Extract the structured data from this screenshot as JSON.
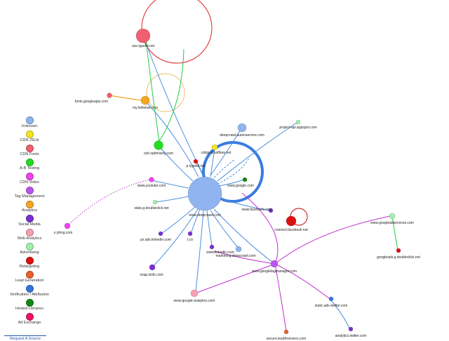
{
  "legend": [
    {
      "label": "Unknown",
      "color": "#8fb4f0"
    },
    {
      "label": "CDN JSLib",
      "color": "#f5e61c"
    },
    {
      "label": "CDN Fonts",
      "color": "#f06070"
    },
    {
      "label": "A-B Testing",
      "color": "#22dd22"
    },
    {
      "label": "CDN Video",
      "color": "#ee44ee"
    },
    {
      "label": "Tag Management",
      "color": "#bb55ee"
    },
    {
      "label": "Analytics",
      "color": "#f5a623"
    },
    {
      "label": "Social Media",
      "color": "#7a30d0"
    },
    {
      "label": "Web Analytics",
      "color": "#f5a0b0"
    },
    {
      "label": "Advertising",
      "color": "#a0f0b0"
    },
    {
      "label": "Retargeting",
      "color": "#dd1111"
    },
    {
      "label": "Lead Generation",
      "color": "#e8612a"
    },
    {
      "label": "Verification / Attribution",
      "color": "#3377dd"
    },
    {
      "label": "Hosted Libraries",
      "color": "#118811"
    },
    {
      "label": "Ad Exchange",
      "color": "#ee1166"
    }
  ],
  "bottom_link": "Request A Source",
  "nodes": [
    {
      "label": "www.deepcrawl.com",
      "color": "#8fb4f0",
      "r": 24
    },
    {
      "label": "use.typekit.net",
      "color": "#f06070",
      "r": 10
    },
    {
      "label": "fonts.googleapis.com",
      "color": "#f06070",
      "r": 3.5
    },
    {
      "label": "my.hellobar.com",
      "color": "#f5a623",
      "r": 6
    },
    {
      "label": "cdn.optimizely.com",
      "color": "#22dd22",
      "r": 6.5
    },
    {
      "label": "deepcrawl.autonservice.com",
      "color": "#8fb4f0",
      "r": 6
    },
    {
      "label": "project-api.appspot.com",
      "color": "#a0f0b0",
      "r": 3
    },
    {
      "label": "cdnjs.cloudflare.net",
      "color": "#f5e61c",
      "r": 4
    },
    {
      "label": "p.typekit.net",
      "color": "#dd1111",
      "r": 3
    },
    {
      "label": "www.google.com",
      "color": "#118811",
      "r": 3
    },
    {
      "label": "www.youtube.com",
      "color": "#ee44ee",
      "r": 3.5
    },
    {
      "label": "stats.g.doubleclick.net",
      "color": "#a0f0b0",
      "r": 3
    },
    {
      "label": "s.ytimg.com",
      "color": "#ee44ee",
      "r": 4
    },
    {
      "label": "www.facebook.com",
      "color": "#7a30d0",
      "r": 3
    },
    {
      "label": "connect.facebook.net",
      "color": "#dd1111",
      "r": 7
    },
    {
      "label": "px.ads.linkedin.com",
      "color": "#7a30d0",
      "r": 3
    },
    {
      "label": "t.co",
      "color": "#7a30d0",
      "r": 3
    },
    {
      "label": "www.linkedin.com",
      "color": "#7a30d0",
      "r": 3
    },
    {
      "label": "marketing.deepcrawl.com",
      "color": "#8fb4f0",
      "r": 4
    },
    {
      "label": "snap.licdn.com",
      "color": "#7a30d0",
      "r": 4
    },
    {
      "label": "www.google-analytics.com",
      "color": "#f5a0b0",
      "r": 5
    },
    {
      "label": "www.googletagmanager.com",
      "color": "#bb55ee",
      "r": 5
    },
    {
      "label": "www.googleadservices.com",
      "color": "#a0f0b0",
      "r": 4
    },
    {
      "label": "googleads.g.doubleclick.net",
      "color": "#dd1111",
      "r": 3
    },
    {
      "label": "static.ads-twitter.com",
      "color": "#3377dd",
      "r": 3
    },
    {
      "label": "analytics.twitter.com",
      "color": "#7a30d0",
      "r": 3
    },
    {
      "label": "secure.leadforensics.com",
      "color": "#e8612a",
      "r": 3
    }
  ]
}
